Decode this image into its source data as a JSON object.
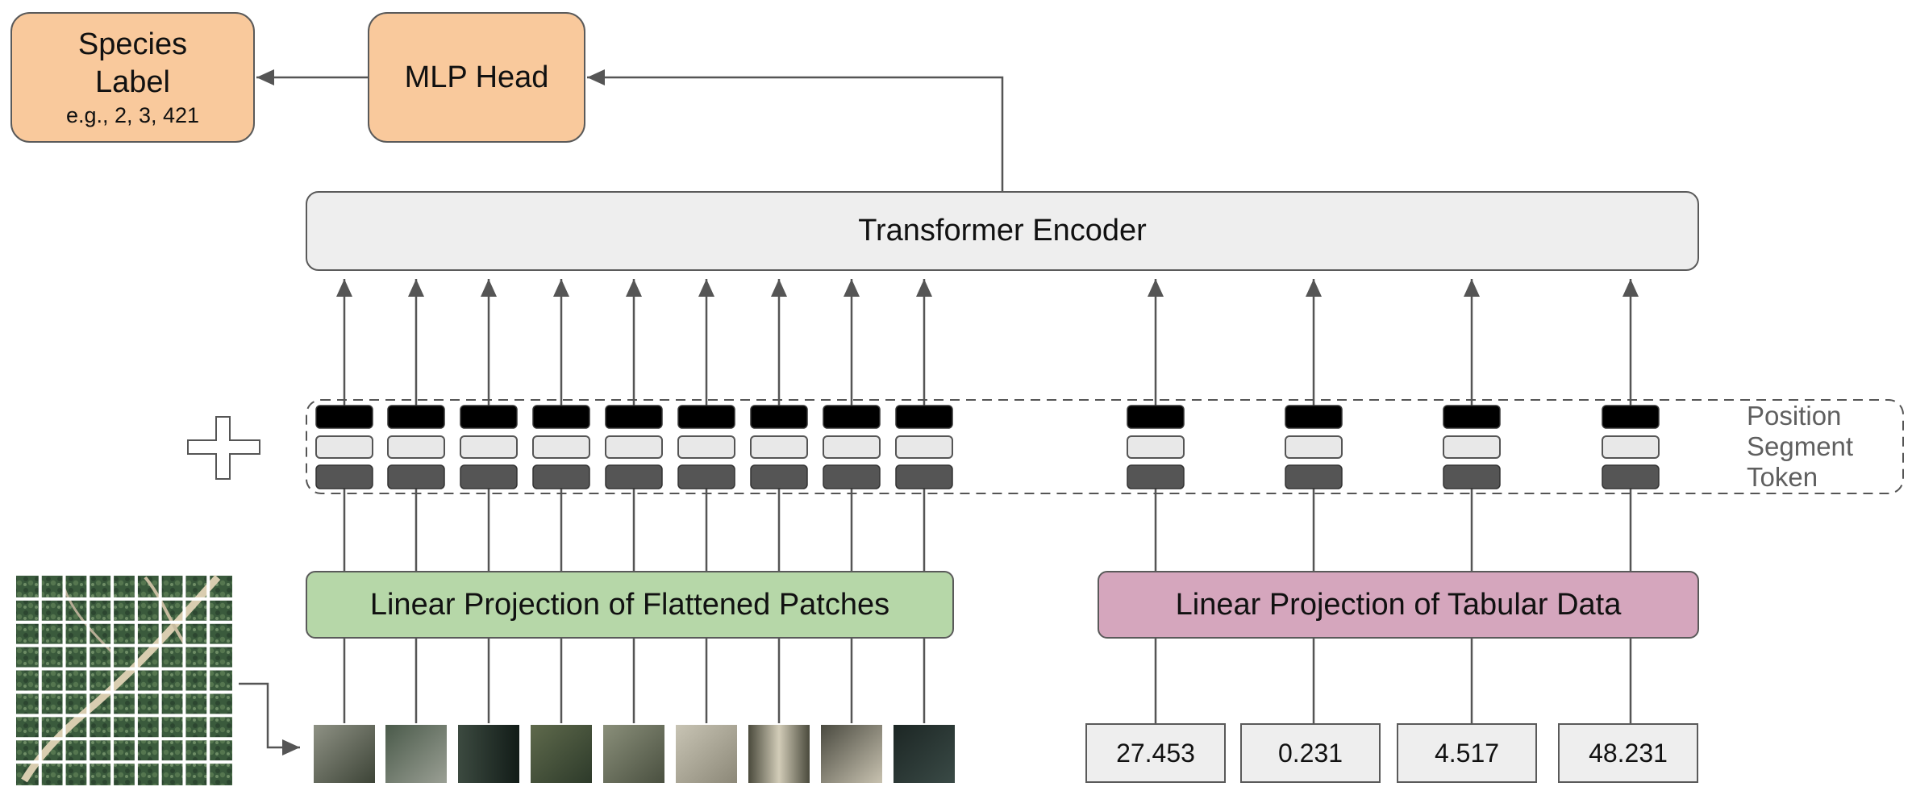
{
  "output": {
    "species_label_line1": "Species",
    "species_label_line2": "Label",
    "species_label_example": "e.g., 2, 3, 421",
    "mlp_head": "MLP Head"
  },
  "encoder": {
    "label": "Transformer Encoder"
  },
  "embeddings": {
    "plus_symbol": "plus-icon",
    "legend": [
      "Position",
      "Segment",
      "Token"
    ]
  },
  "projections": {
    "patches_label": "Linear Projection of Flattened Patches",
    "tabular_label": "Linear Projection of Tabular Data"
  },
  "tabular_values": [
    "27.453",
    "0.231",
    "4.517",
    "48.231"
  ],
  "colors": {
    "orange": "#f9c99c",
    "green": "#b6d7a8",
    "pink": "#d5a6bd",
    "encoder_fill": "#eeeeee",
    "position_embedding": "#000000",
    "segment_embedding": "#e8e8e8",
    "token_embedding": "#555555",
    "arrow": "#555555"
  }
}
